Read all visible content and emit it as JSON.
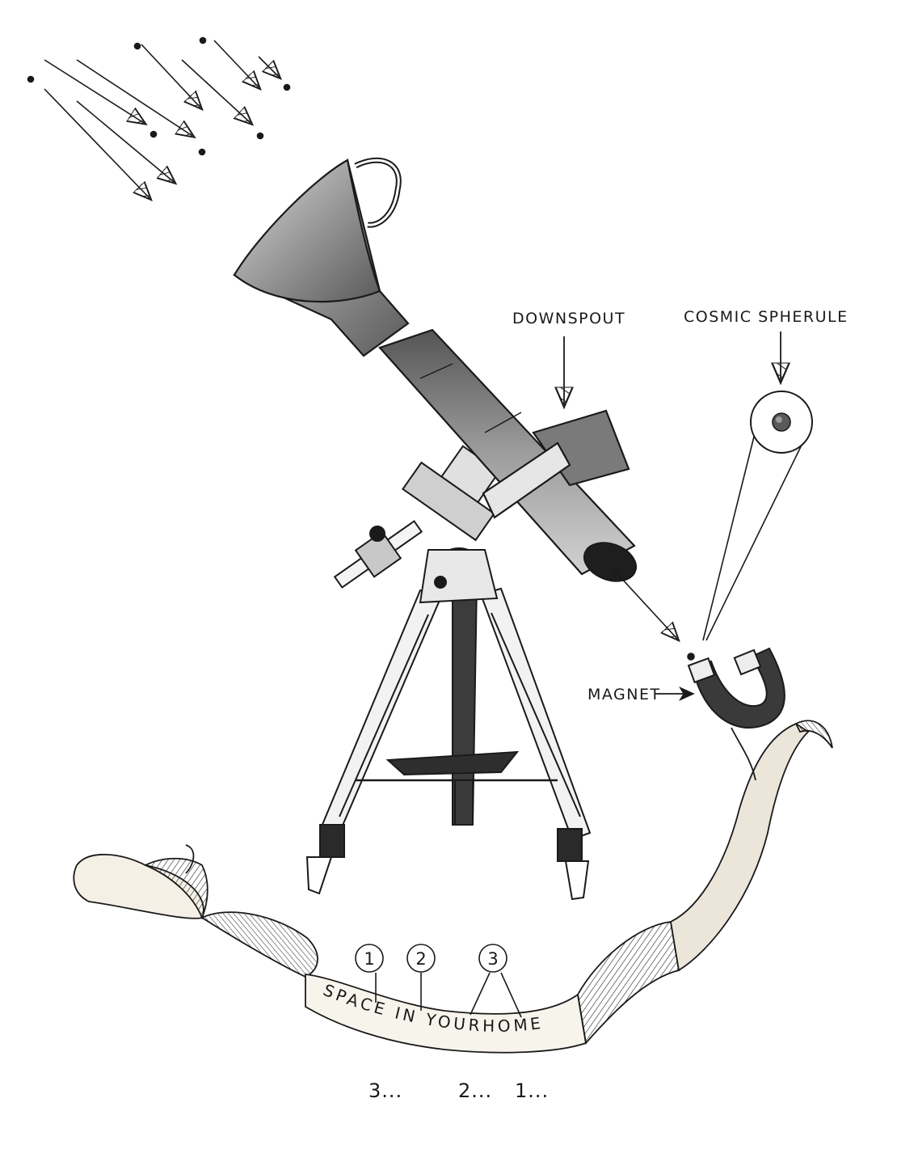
{
  "labels": {
    "downspout": "DOWNSPOUT",
    "cosmic_spherule": "COSMIC SPHERULE",
    "magnet": "MAGNET"
  },
  "banner": {
    "text": "SPACE IN YOURHOME",
    "markers": [
      "1",
      "2",
      "3"
    ]
  },
  "countdown": [
    "3...",
    "2...",
    "1..."
  ],
  "colors": {
    "ink": "#1a1a1a",
    "paper": "#ffffff",
    "wash": "#8a8a8a"
  }
}
